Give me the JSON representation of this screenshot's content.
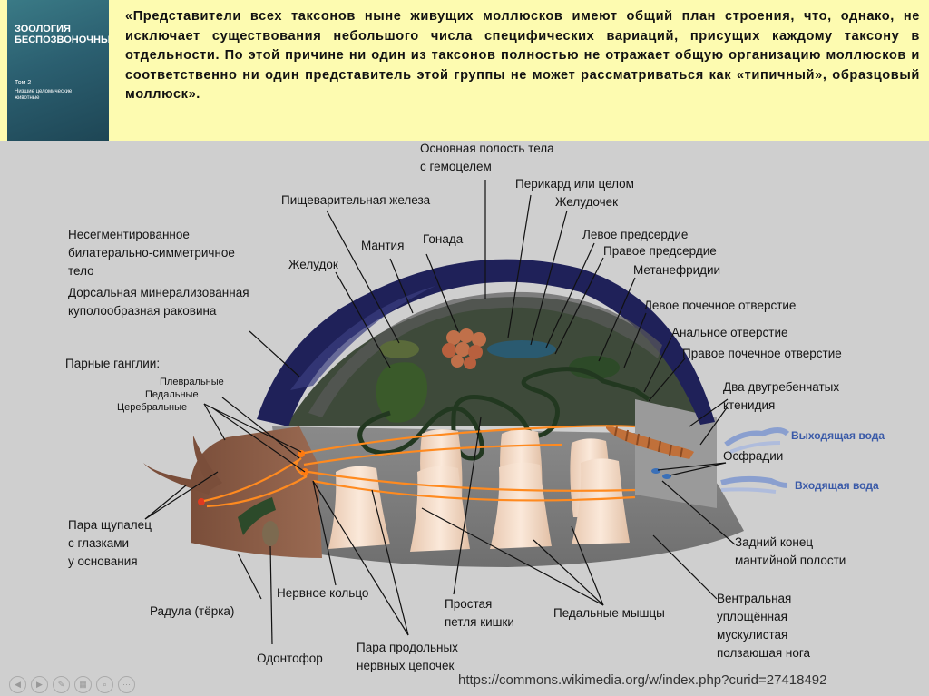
{
  "book": {
    "title": "ЗООЛОГИЯ БЕСПОЗВОНОЧНЫХ",
    "tom": "Том 2",
    "subtitle": "Низшие целомические животные"
  },
  "quote": "«Представители всех таксонов ныне живущих моллюсков имеют общий план строения, что, однако, не исключает существования небольшого числа специфических вариаций, присущих каждому таксону в отдельности. По этой причине ни один из таксонов полностью не отражает общую организацию моллюсков и соответственно ни один представитель этой группы не может рассматриваться как «типичный», образцовый моллюск».",
  "labels": {
    "main_cavity_1": "Основная полость тела",
    "main_cavity_2": "с гемоцелем",
    "pericardium": "Перикард или целом",
    "ventricle": "Желудочек",
    "digestive_gland": "Пищеварительная железа",
    "body_1": "Несегментированное",
    "body_2": "билатерально-симметричное",
    "body_3": "тело",
    "mantle": "Мантия",
    "gonad": "Гонада",
    "left_atrium": "Левое предсердие",
    "right_atrium": "Правое предсердие",
    "stomach": "Желудок",
    "metanephridia": "Метанефридии",
    "shell_1": "Дорсальная минерализованная",
    "shell_2": "куполообразная раковина",
    "left_renal": "Левое почечное отверстие",
    "anal": "Анальное отверстие",
    "right_renal": "Правое почечное отверстие",
    "ganglia": "Парные ганглии:",
    "pleural": "Плевральные",
    "pedal_g": "Педальные",
    "cerebral": "Церебральные",
    "ctenidia_1": "Два двугребенчатых",
    "ctenidia_2": "ктенидия",
    "outgoing_water": "Выходящая вода",
    "osphradia": "Осфрадии",
    "incoming_water": "Входящая вода",
    "tentacles_1": "Пара щупалец",
    "tentacles_2": "с глазками",
    "tentacles_3": "у основания",
    "posterior_1": "Задний конец",
    "posterior_2": "мантийной полости",
    "nerve_ring": "Нервное кольцо",
    "radula": "Радула (тёрка)",
    "intestine_1": "Простая",
    "intestine_2": "петля кишки",
    "pedal_muscles": "Педальные мышцы",
    "foot_1": "Вентральная",
    "foot_2": "уплощённая",
    "foot_3": "мускулистая",
    "foot_4": "ползающая нога",
    "odontophore": "Одонтофор",
    "nerve_cords_1": "Пара продольных",
    "nerve_cords_2": "нервных цепочек"
  },
  "source_url": "https://commons.wikimedia.org/w/index.php?curid=27418492",
  "colors": {
    "header_bg": "#fdfbb0",
    "background": "#cfcfcf",
    "shell": "#1f2159",
    "nerves": "#ff8a1f",
    "muscles": "#f6dcc6"
  }
}
